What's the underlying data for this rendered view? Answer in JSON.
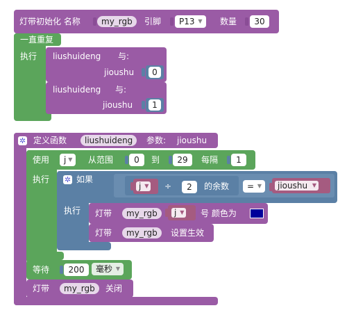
{
  "block1": {
    "init_label": "灯带初始化 名称",
    "name_field": "my_rgb",
    "pin_label": "引脚",
    "pin_value": "P13",
    "count_label": "数量",
    "count_value": "30",
    "forever_label": "一直重复",
    "do_label": "执行",
    "calls": [
      {
        "name": "liushuideng",
        "with_label": "与:",
        "param": "jioushu",
        "value": "0"
      },
      {
        "name": "liushuideng",
        "with_label": "与:",
        "param": "jioushu",
        "value": "1"
      }
    ]
  },
  "block2": {
    "define_label": "定义函数",
    "func_name": "liushuideng",
    "params_label": "参数:",
    "param_name": "jioushu",
    "for_use_label": "使用",
    "for_var": "j",
    "from_label": "从范围",
    "from_value": "0",
    "to_label": "到",
    "to_value": "29",
    "step_label": "每隔",
    "step_value": "1",
    "do_label": "执行",
    "if_label": "如果",
    "cond_var": "j",
    "div_symbol": "÷",
    "div_value": "2",
    "remainder_label": "的余数",
    "eq_symbol": "=",
    "cond_param": "jioushu",
    "then_label": "执行",
    "strip_label": "灯带",
    "strip_name": "my_rgb",
    "index_var": "j",
    "color_label": "号 颜色为",
    "color_value": "#00009a",
    "strip2_label": "灯带",
    "strip2_name": "my_rgb",
    "apply_label": "设置生效",
    "wait_label": "等待",
    "wait_value": "200",
    "wait_unit": "毫秒",
    "strip3_label": "灯带",
    "strip3_name": "my_rgb",
    "off_label": "关闭"
  }
}
